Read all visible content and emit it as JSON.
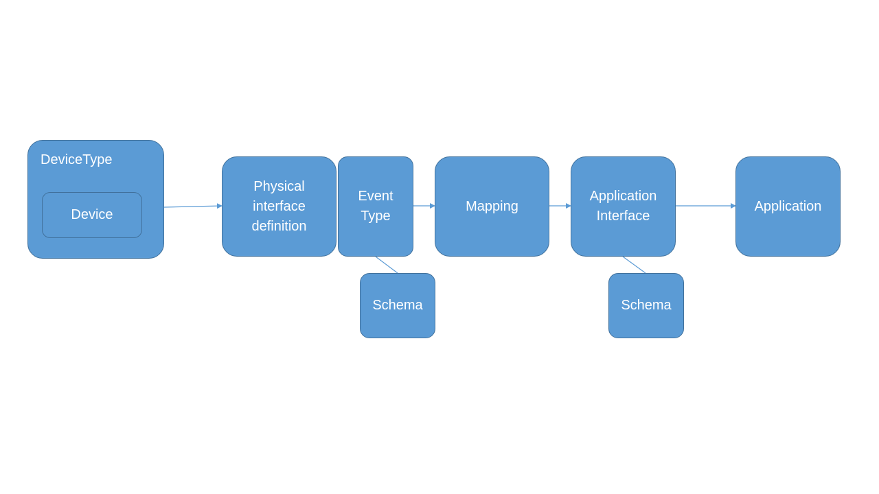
{
  "nodes": {
    "device_type": "DeviceType",
    "device": "Device",
    "physical_interface": "Physical\ninterface\ndefinition",
    "event_type": "Event\nType",
    "schema_left": "Schema",
    "mapping": "Mapping",
    "application_interface": "Application\nInterface",
    "schema_right": "Schema",
    "application": "Application"
  },
  "colors": {
    "fill": "#5b9bd5",
    "border": "#41719c",
    "connector": "#5b9bd5",
    "text": "#ffffff"
  }
}
